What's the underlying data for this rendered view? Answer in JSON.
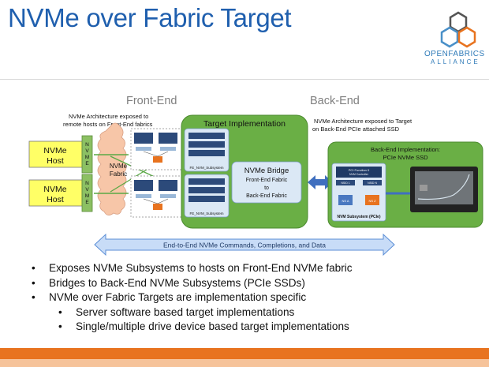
{
  "slide": {
    "title": "NVMe over Fabric Target",
    "logo": {
      "line1": "OPENFABRICS",
      "line2": "ALLIANCE"
    },
    "colors": {
      "title": "#1f5fae",
      "accent_orange": "#e8731f",
      "host_yellow": "#ffff66",
      "target_green": "#6aaf45",
      "arrow_blue": "#5b8ed6"
    }
  },
  "diagram": {
    "front_end_label": "Front-End",
    "back_end_label": "Back-End",
    "front_end_note_1": "NVMe Architecture exposed to",
    "front_end_note_2": "remote hosts on Front-End fabrics",
    "back_end_note_1": "NVMe Architecture exposed to Target",
    "back_end_note_2": "on Back-End PCIe attached SSD",
    "hosts": [
      {
        "label_1": "NVMe",
        "label_2": "Host",
        "port": "NVME"
      },
      {
        "label_1": "NVMe",
        "label_2": "Host",
        "port": "NVME"
      }
    ],
    "fabric_label_1": "NVMe",
    "fabric_label_2": "Fabric",
    "target_title": "Target Implementation",
    "subsystems": [
      {
        "label": "FE_NVM_Subsystem"
      },
      {
        "label": "FE_NVM_Subsystem"
      }
    ],
    "bridge": {
      "title": "NVMe Bridge",
      "line1": "Front-End Fabric",
      "line2": "to",
      "line3": "Back-End Fabric"
    },
    "backend": {
      "title_1": "Back-End Implementation:",
      "title_2": "PCIe NVMe SSD",
      "pci_function": "PCI Function 0",
      "nvm_controller": "NVM Controller",
      "nsid_a": "NSID 1",
      "nsid_b": "NSID N",
      "ns_a": "NS A",
      "ns_b": "NS Z",
      "subsystem_label": "NVM Subsystem (PCIe)"
    },
    "e2e_label": "End-to-End NVMe Commands, Completions, and Data"
  },
  "bullets": [
    {
      "text": "Exposes NVMe Subsystems to hosts on Front-End NVMe fabric",
      "level": 1
    },
    {
      "text": "Bridges to Back-End NVMe Subsystems (PCIe SSDs)",
      "level": 1
    },
    {
      "text": "NVMe over Fabric Targets are implementation specific",
      "level": 1
    },
    {
      "text": "Server software based target implementations",
      "level": 2
    },
    {
      "text": "Single/multiple drive device based target implementations",
      "level": 2
    }
  ]
}
